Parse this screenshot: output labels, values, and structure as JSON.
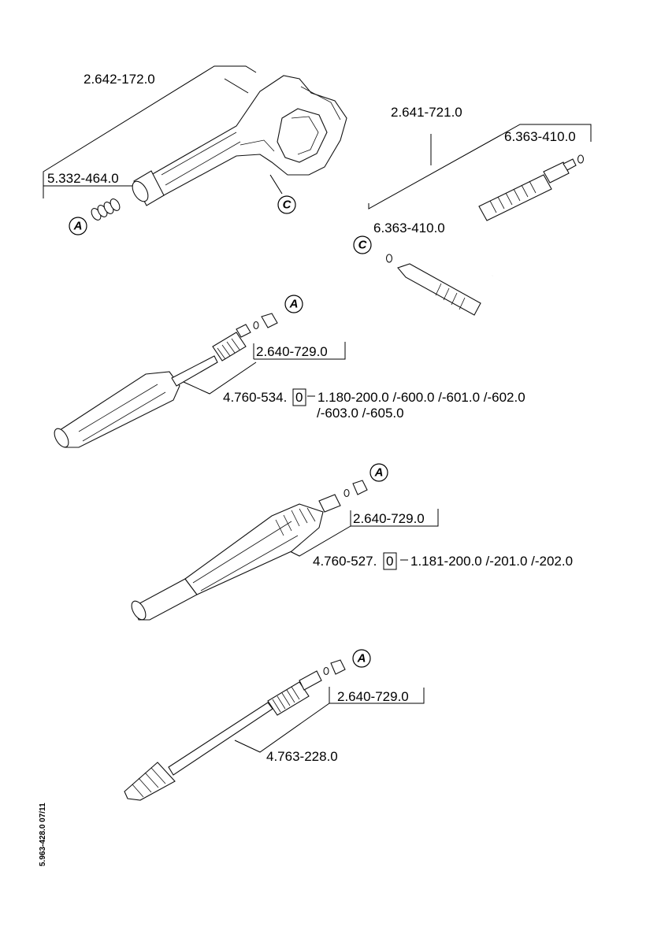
{
  "document_code": "5.963-428.0  07/11",
  "groups": {
    "gun": {
      "gun_part": "2.642-172.0",
      "insert_part": "5.332-464.0",
      "ref_a": "A",
      "ref_c": "C"
    },
    "hose": {
      "hose_part": "2.641-721.0",
      "oring_top": "6.363-410.0",
      "oring_bottom": "6.363-410.0",
      "ref_c": "C"
    },
    "lance1": {
      "nozzle_part": "2.640-729.0",
      "lance_part": "4.760-534.",
      "lance_suffix": "0",
      "models_line1": "1.180-200.0 /-600.0 /-601.0 /-602.0",
      "models_line2": "/-603.0 /-605.0",
      "ref_a": "A"
    },
    "lance2": {
      "nozzle_part": "2.640-729.0",
      "lance_part": "4.760-527.",
      "lance_suffix": "0",
      "models_line1": "1.181-200.0 /-201.0 /-202.0",
      "ref_a": "A"
    },
    "lance3": {
      "nozzle_part": "2.640-729.0",
      "lance_part": "4.763-228.0",
      "ref_a": "A"
    }
  }
}
